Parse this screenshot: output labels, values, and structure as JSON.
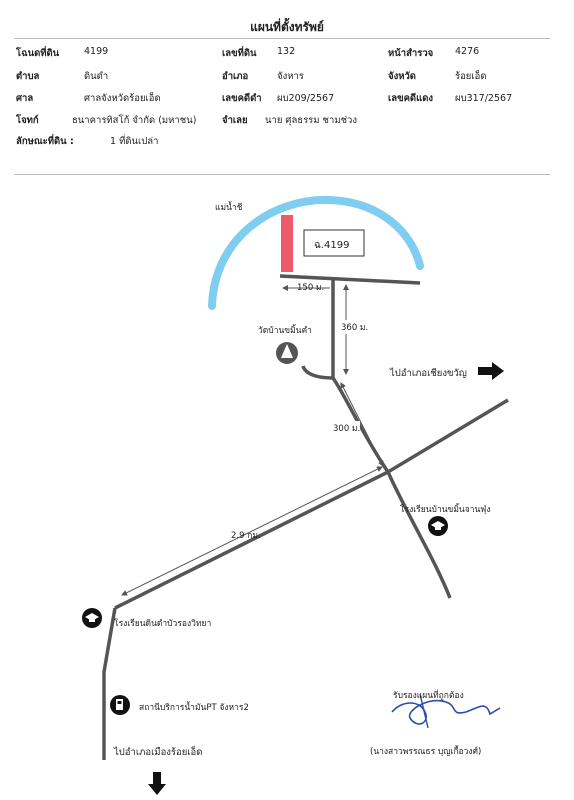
{
  "header": {
    "title": "แผนที่ตั้งทรัพย์"
  },
  "info": {
    "deed_label": "โฉนดที่ดิน",
    "deed_value": "4199",
    "land_no_label": "เลขที่ดิน",
    "land_no_value": "132",
    "survey_page_label": "หน้าสำรวจ",
    "survey_page_value": "4276",
    "subdistrict_label": "ตำบล",
    "subdistrict_value": "ดินดำ",
    "district_label": "อำเภอ",
    "district_value": "จังหาร",
    "province_label": "จังหวัด",
    "province_value": "ร้อยเอ็ด",
    "court_label": "ศาล",
    "court_value": "ศาลจังหวัดร้อยเอ็ด",
    "black_case_label": "เลขคดีดำ",
    "black_case_value": "ผบ209/2567",
    "red_case_label": "เลขคดีแดง",
    "red_case_value": "ผบ317/2567",
    "plaintiff_label": "โจทก์",
    "plaintiff_value": "ธนาคารทิสโก้ จำกัด (มหาชน)",
    "defendant_label": "จำเลย",
    "defendant_value": "นาย ศุลธรรม ชามช่วง",
    "land_type_label": "ลักษณะที่ดิน :",
    "land_type_value": "1 ที่ดินเปล่า"
  },
  "map": {
    "river_label": "แม่น้ำชี",
    "plot_label": "ฉ.4199",
    "dist_150": "150 ม.",
    "dist_360": "360 ม.",
    "dist_300": "300 ม.",
    "dist_29km": "2.9 กม.",
    "temple_label": "วัดบ้านขมิ้นคำ",
    "to_chiang_khwan": "ไปอำเภอเชียงขวัญ",
    "school_1": "โรงเรียนบ้านขมิ้นจานฟุ่ง",
    "school_2": "โรงเรียนดินดำบัวรองวิทยา",
    "gas_station": "สถานีบริการน้ำมันPT จังหาร2",
    "to_roi_et": "ไปอำเภอเมืองร้อยเอ็ด",
    "colors": {
      "river": "#7fcdf0",
      "plot": "#ef5a6a",
      "road": "#555555"
    }
  },
  "certification": {
    "certify_text": "รับรองแผนที่ถูกต้อง",
    "signer": "(นางสาวพรรณธร บุญเกื้อวงศ์)"
  }
}
